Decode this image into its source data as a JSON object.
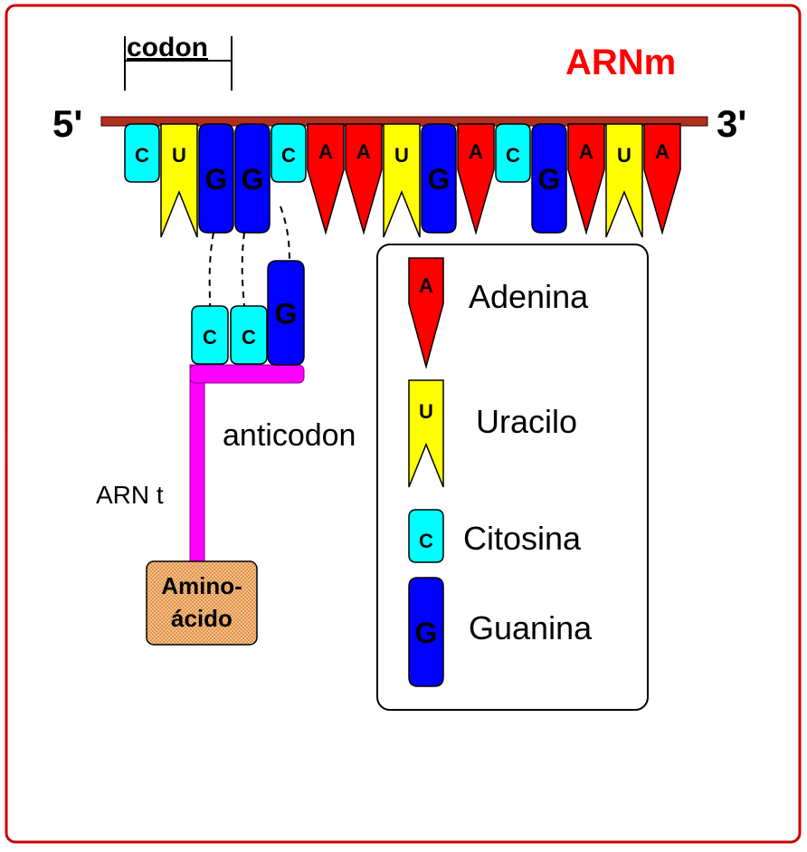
{
  "labels": {
    "codon": "codon",
    "mrna": "ARNm",
    "five_prime": "5'",
    "three_prime": "3'",
    "anticodon": "anticodon",
    "trna": "ARN t",
    "amino_line1": "Amino-",
    "amino_line2": "ácido"
  },
  "mrna_sequence": [
    "C",
    "U",
    "G",
    "G",
    "C",
    "A",
    "A",
    "U",
    "G",
    "A",
    "C",
    "G",
    "A",
    "U",
    "A"
  ],
  "anticodon_sequence": [
    "C",
    "C",
    "G"
  ],
  "legend": [
    {
      "base": "A",
      "name": "Adenina"
    },
    {
      "base": "U",
      "name": "Uracilo"
    },
    {
      "base": "C",
      "name": "Citosina"
    },
    {
      "base": "G",
      "name": "Guanina"
    }
  ],
  "colors": {
    "border": "#cc0000",
    "backbone": "#b03020",
    "adenine": "#ff0000",
    "uracil": "#ffff00",
    "cytosine": "#00ffff",
    "guanine": "#0000ff",
    "trna_stem": "#ff00ff",
    "amino_fill": "#f6c27a",
    "mrna_label": "#ff0000"
  }
}
